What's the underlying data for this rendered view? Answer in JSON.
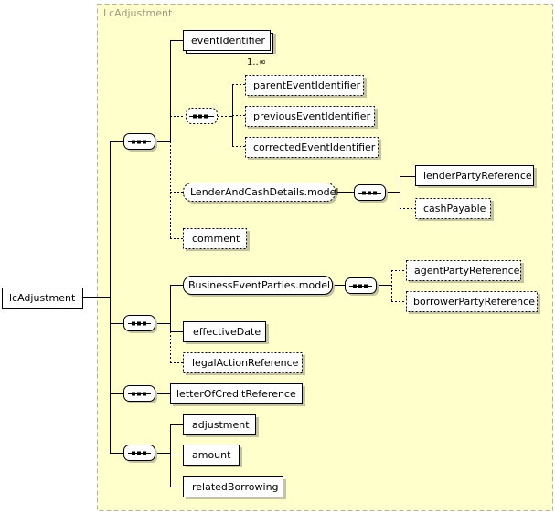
{
  "frame_title": "LcAdjustment",
  "root": "lcAdjustment",
  "elements": {
    "eventIdentifier": "eventIdentifier",
    "parentEventIdentifier": "parentEventIdentifier",
    "previousEventIdentifier": "previousEventIdentifier",
    "correctedEventIdentifier": "correctedEventIdentifier",
    "lenderAndCashDetailsModel": "LenderAndCashDetails.model",
    "lenderPartyReference": "lenderPartyReference",
    "cashPayable": "cashPayable",
    "comment": "comment",
    "businessEventPartiesModel": "BusinessEventParties.model",
    "agentPartyReference": "agentPartyReference",
    "borrowerPartyReference": "borrowerPartyReference",
    "effectiveDate": "effectiveDate",
    "legalActionReference": "legalActionReference",
    "letterOfCreditReference": "letterOfCreditReference",
    "adjustment": "adjustment",
    "amount": "amount",
    "relatedBorrowing": "relatedBorrowing"
  },
  "occurrence_eventIdentifier": "1..∞",
  "colors": {
    "frame_fill": "#ffffcc",
    "frame_stroke": "#b3b39a",
    "box_fill": "#ffffff",
    "shadow": "#c4c4a0",
    "line": "#000000"
  }
}
